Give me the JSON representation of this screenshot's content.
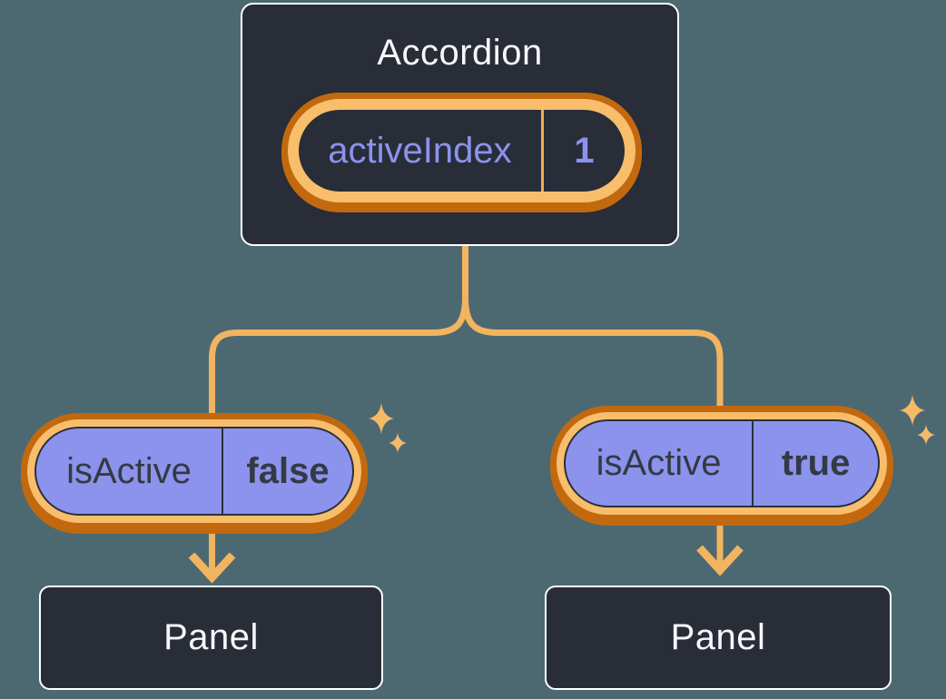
{
  "diagram": {
    "parent": {
      "title": "Accordion",
      "state": {
        "label": "activeIndex",
        "value": "1"
      }
    },
    "children": [
      {
        "prop": {
          "label": "isActive",
          "value": "false"
        },
        "panel_title": "Panel"
      },
      {
        "prop": {
          "label": "isActive",
          "value": "true"
        },
        "panel_title": "Panel"
      }
    ],
    "colors": {
      "background": "#4C6972",
      "card_fill": "#282D37",
      "card_border": "#FFFFFF",
      "pill_fill": "#8C93EC",
      "pill_outline": "#2B303B",
      "ring_light": "#F8BE6C",
      "ring_dark": "#C2690F",
      "connector": "#F2B45F",
      "sparkle": "#F5BA68",
      "text_light": "#F6F7F9",
      "text_dark": "#343A43",
      "text_purple": "#8B93EE"
    }
  }
}
